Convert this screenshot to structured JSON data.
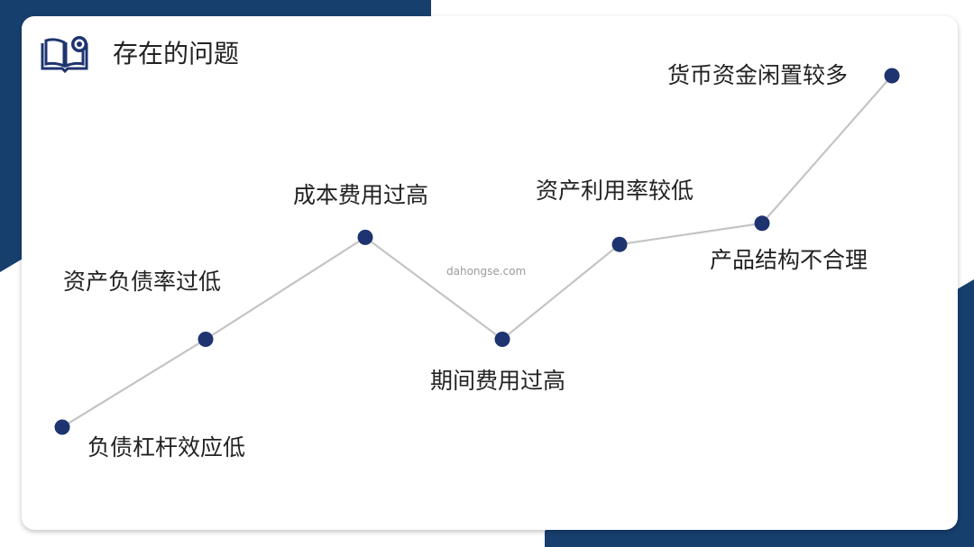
{
  "title": "存在的问题",
  "watermark": "dahongse.com",
  "colors": {
    "navy": "#173F6E",
    "node": "#1E3470",
    "line": "#C4C4C4"
  },
  "icons": {
    "header": "book-with-gear-icon"
  },
  "nodes": [
    {
      "label": "负债杠杆效应低",
      "level": 0.0
    },
    {
      "label": "资产负债率过低",
      "level": 0.25
    },
    {
      "label": "成本费用过高",
      "level": 0.54
    },
    {
      "label": "期间费用过高",
      "level": 0.25
    },
    {
      "label": "资产利用率较低",
      "level": 0.52
    },
    {
      "label": "产品结构不合理",
      "level": 0.58
    },
    {
      "label": "货币资金闲置较多",
      "level": 1.0
    }
  ]
}
